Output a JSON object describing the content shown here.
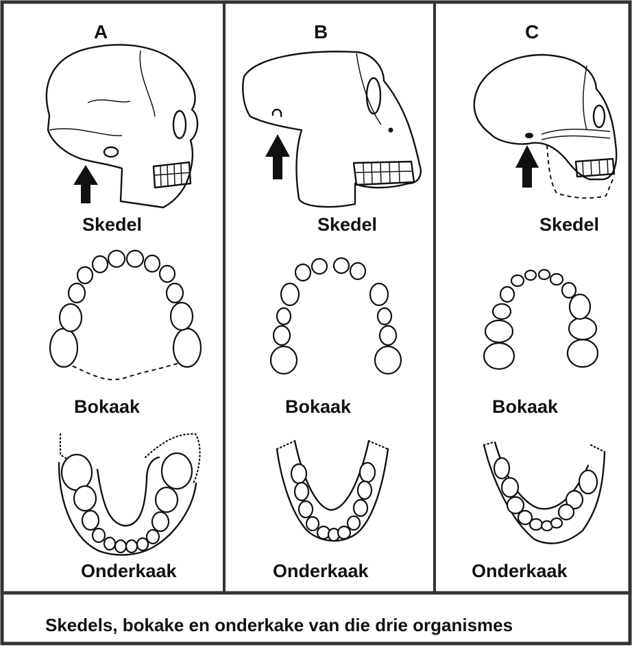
{
  "columns": [
    {
      "letter": "A",
      "skull": "Skedel",
      "upper_jaw": "Bokaak",
      "lower_jaw": "Onderkaak"
    },
    {
      "letter": "B",
      "skull": "Skedel",
      "upper_jaw": "Bokaak",
      "lower_jaw": "Onderkaak"
    },
    {
      "letter": "C",
      "skull": "Skedel",
      "upper_jaw": "Bokaak",
      "lower_jaw": "Onderkaak"
    }
  ],
  "caption": "Skedels, bokake en onderkake van die drie organismes"
}
